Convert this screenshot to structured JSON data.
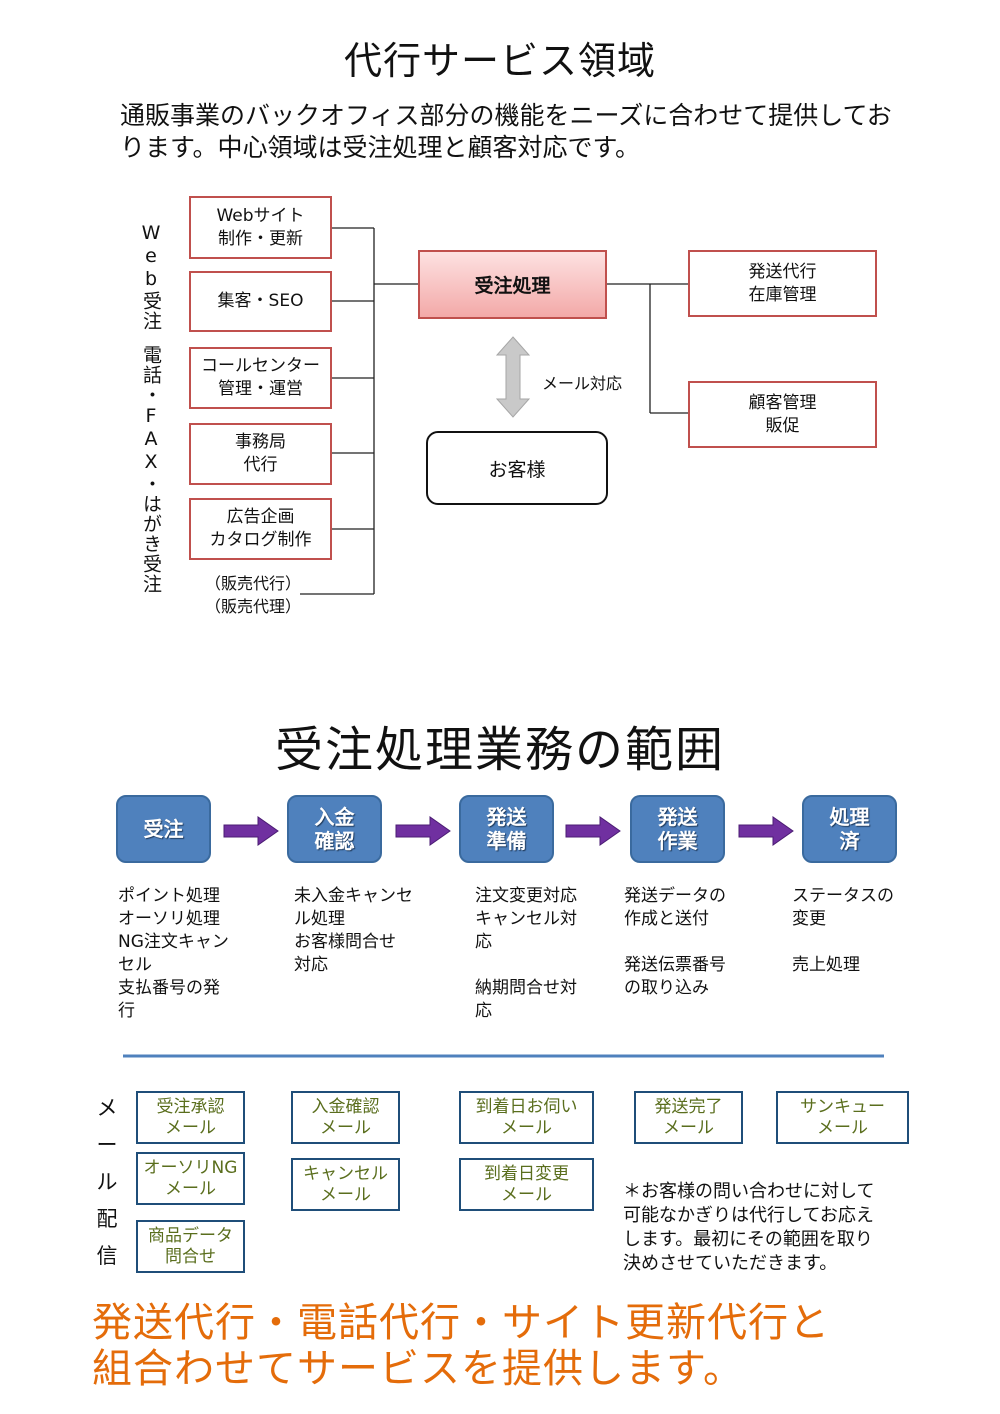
{
  "section1": {
    "title": "代行サービス領域",
    "intro": "通販事業のバックオフィス部分の機能をニーズに合わせて提供しております。中心領域は受注処理と顧客対応です。",
    "vertical_labels": {
      "web": "Web受注",
      "phone": "電話・FAX・はがき受注"
    },
    "left_boxes": [
      "Webサイト\n制作・更新",
      "集客・SEO",
      "コールセンター\n管理・運営",
      "事務局\n代行",
      "広告企画\nカタログ制作"
    ],
    "left_note": "（販売代行）\n（販売代理）",
    "center_label": "受注処理",
    "customer_label": "お客様",
    "mail_label": "メール対応",
    "right_boxes": [
      "発送代行\n在庫管理",
      "顧客管理\n販促"
    ]
  },
  "section2": {
    "title": "受注処理業務の範囲",
    "steps": [
      {
        "label": "受注",
        "desc": "ポイント処理\nオーソリ処理\nNG注文キャン\nセル\n支払番号の発\n行"
      },
      {
        "label": "入金\n確認",
        "desc": "未入金キャンセ\nル処理\nお客様問合せ\n対応"
      },
      {
        "label": "発送\n準備",
        "desc": "注文変更対応\nキャンセル対\n応\n\n納期問合せ対\n応"
      },
      {
        "label": "発送\n作業",
        "desc": "発送データの\n作成と送付\n\n発送伝票番号\nの取り込み"
      },
      {
        "label": "処理\n済",
        "desc": "ステータスの\n変更\n\n売上処理"
      }
    ],
    "mail_vertical": "メ\nー\nル\n配\n信",
    "mail_boxes": [
      "受注承認\nメール",
      "オーソリNG\nメール",
      "商品データ\n問合せ",
      "入金確認\nメール",
      "キャンセル\nメール",
      "到着日お伺い\nメール",
      "到着日変更\nメール",
      "発送完了\nメール",
      "サンキュー\nメール"
    ],
    "footnote": "＊お客様の問い合わせに対して\n可能なかぎりは代行してお応え\nします。最初にその範囲を取り\n決めさせていただきます。"
  },
  "closing": "発送代行・電話代行・サイト更新代行と\n組合わせてサービスを提供します。",
  "colors": {
    "red_border": "#c0504d",
    "step_blue": "#4f81bd",
    "arrow_purple": "#7030a0",
    "divider": "#4f81bd",
    "closing_orange": "#e46c0a",
    "mail_text": "#5a6e1d"
  }
}
